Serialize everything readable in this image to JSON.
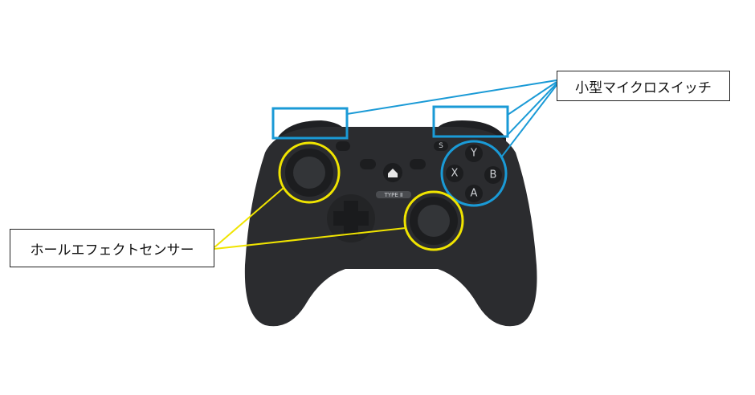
{
  "annotations": {
    "micro_switch_label": "小型マイクロスイッチ",
    "hall_effect_label": "ホールエフェクトセンサー"
  },
  "controller": {
    "face_buttons": {
      "y": "Y",
      "x": "X",
      "b": "B",
      "a": "A"
    },
    "s_button": "S",
    "type_badge": "TYPE Ⅱ"
  },
  "colors": {
    "blue_highlight": "#1a9ad6",
    "yellow_highlight": "#f0e400",
    "body": "#2b2c2f"
  }
}
